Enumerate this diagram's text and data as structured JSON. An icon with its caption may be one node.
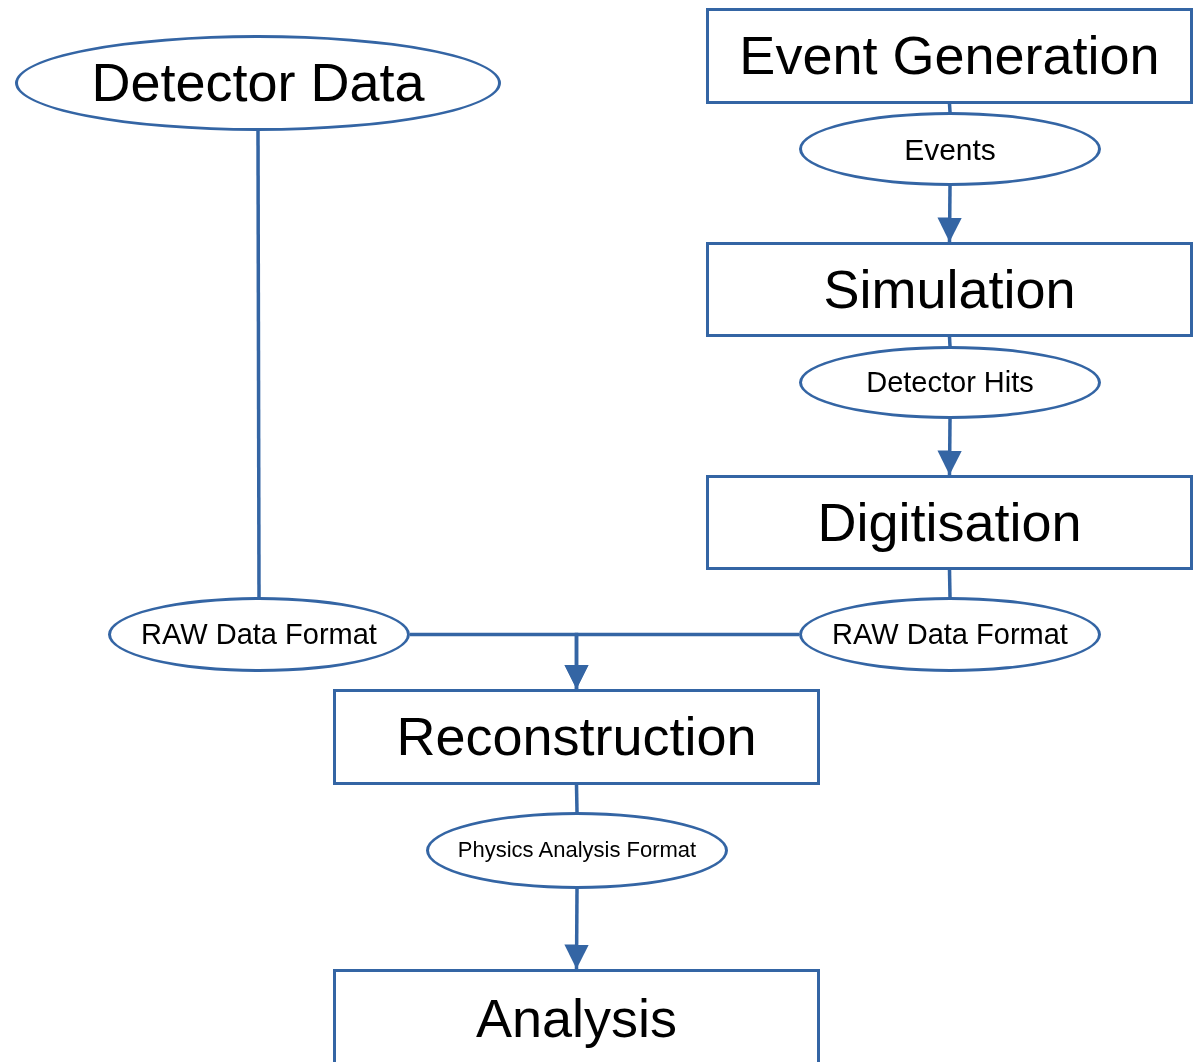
{
  "diagram": {
    "nodes": [
      {
        "text": [
          "Detector Data"
        ]
      },
      {
        "text": [
          "Event Generation"
        ]
      },
      {
        "text": [
          "Events"
        ]
      },
      {
        "text": [
          "Simulation"
        ]
      },
      {
        "text": [
          "Detector Hits"
        ]
      },
      {
        "text": [
          "Digitisation"
        ]
      },
      {
        "text": [
          "RAW Data Format"
        ]
      },
      {
        "text": [
          "RAW Data Format"
        ]
      },
      {
        "text": [
          "Reconstruction"
        ]
      },
      {
        "text": [
          "Physics Analysis Format"
        ]
      },
      {
        "text": [
          "Analysis"
        ]
      }
    ],
    "edges": [
      {
        "from": 0,
        "to": 6,
        "arrow": "none"
      },
      {
        "from": 1,
        "to": 2,
        "arrow": "none"
      },
      {
        "from": 2,
        "to": 3,
        "arrow": "to"
      },
      {
        "from": 3,
        "to": 4,
        "arrow": "none"
      },
      {
        "from": 4,
        "to": 5,
        "arrow": "to"
      },
      {
        "from": 5,
        "to": 7,
        "arrow": "none"
      },
      {
        "from": 6,
        "to": 8,
        "arrow": "to"
      },
      {
        "from": 7,
        "to": 8,
        "arrow": "to"
      },
      {
        "from": 8,
        "to": 9,
        "arrow": "none"
      },
      {
        "from": 9,
        "to": 10,
        "arrow": "to"
      }
    ]
  }
}
